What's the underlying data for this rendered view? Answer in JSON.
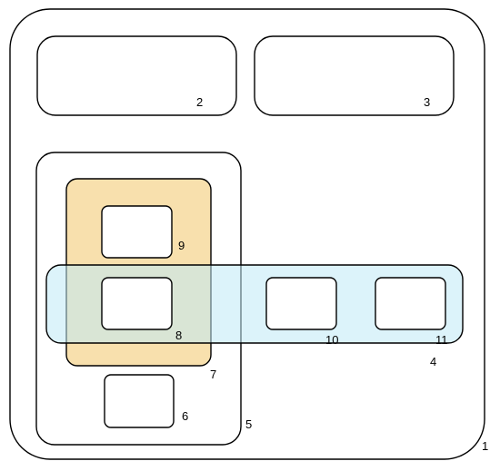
{
  "diagram": {
    "labels": {
      "n1": "1",
      "n2": "2",
      "n3": "3",
      "n4": "4",
      "n5": "5",
      "n6": "6",
      "n7": "7",
      "n8": "8",
      "n9": "9",
      "n10": "10",
      "n11": "11"
    },
    "colors": {
      "outline": "#000000",
      "box_fill": "#ffffff",
      "orange_fill": "#f8e0ad",
      "blue_fill": "#dff4fa",
      "overlap_fill": "#dfe7cf"
    }
  }
}
